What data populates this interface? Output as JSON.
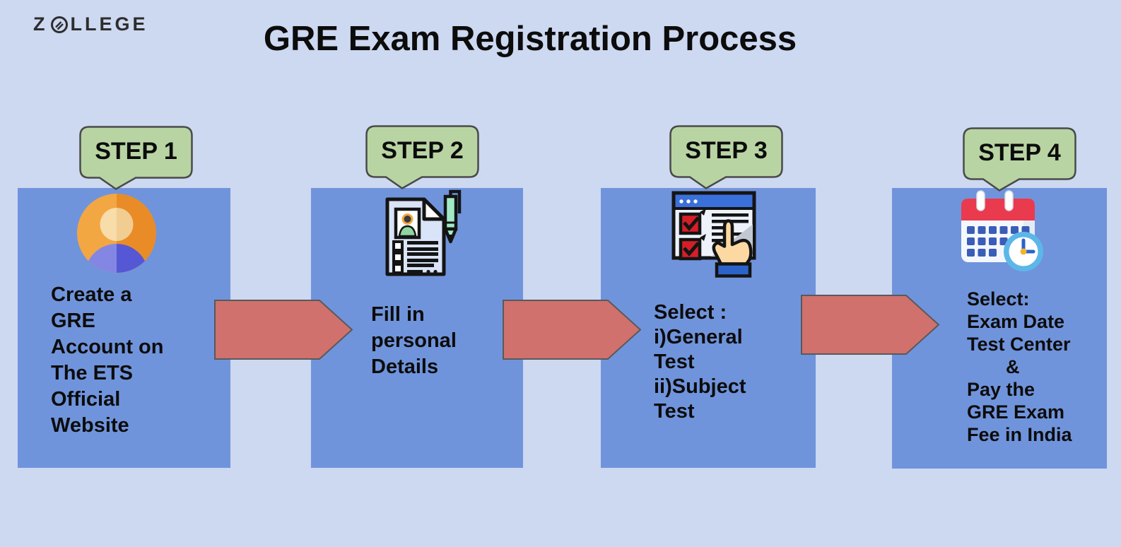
{
  "logo": {
    "prefix": "Z",
    "suffix": "LLEGE"
  },
  "title": "GRE Exam Registration Process",
  "steps": [
    {
      "label": "STEP 1",
      "icon": "profile-avatar-icon",
      "lines": [
        "Create a",
        "GRE",
        "Account on",
        "The ETS",
        "Official",
        "Website"
      ]
    },
    {
      "label": "STEP 2",
      "icon": "personal-details-form-icon",
      "lines": [
        "Fill in",
        "personal",
        "Details"
      ]
    },
    {
      "label": "STEP 3",
      "icon": "test-selection-checklist-icon",
      "lines": [
        "Select :",
        "i)General",
        "Test",
        "ii)Subject",
        "Test"
      ]
    },
    {
      "label": "STEP 4",
      "icon": "calendar-clock-icon",
      "lines": [
        "Select:",
        "Exam Date",
        "Test Center",
        "&",
        "Pay the",
        "GRE Exam",
        "Fee in India"
      ]
    }
  ],
  "colors": {
    "background": "#cdd8f1",
    "card_blue": "#7094dc",
    "bubble_green": "#b9d4a3",
    "bubble_border": "#4a4a4a",
    "arrow_red": "#d0716d",
    "arrow_border": "#595959",
    "text": "#0c0c0c",
    "logo": "#2d2d2d"
  }
}
